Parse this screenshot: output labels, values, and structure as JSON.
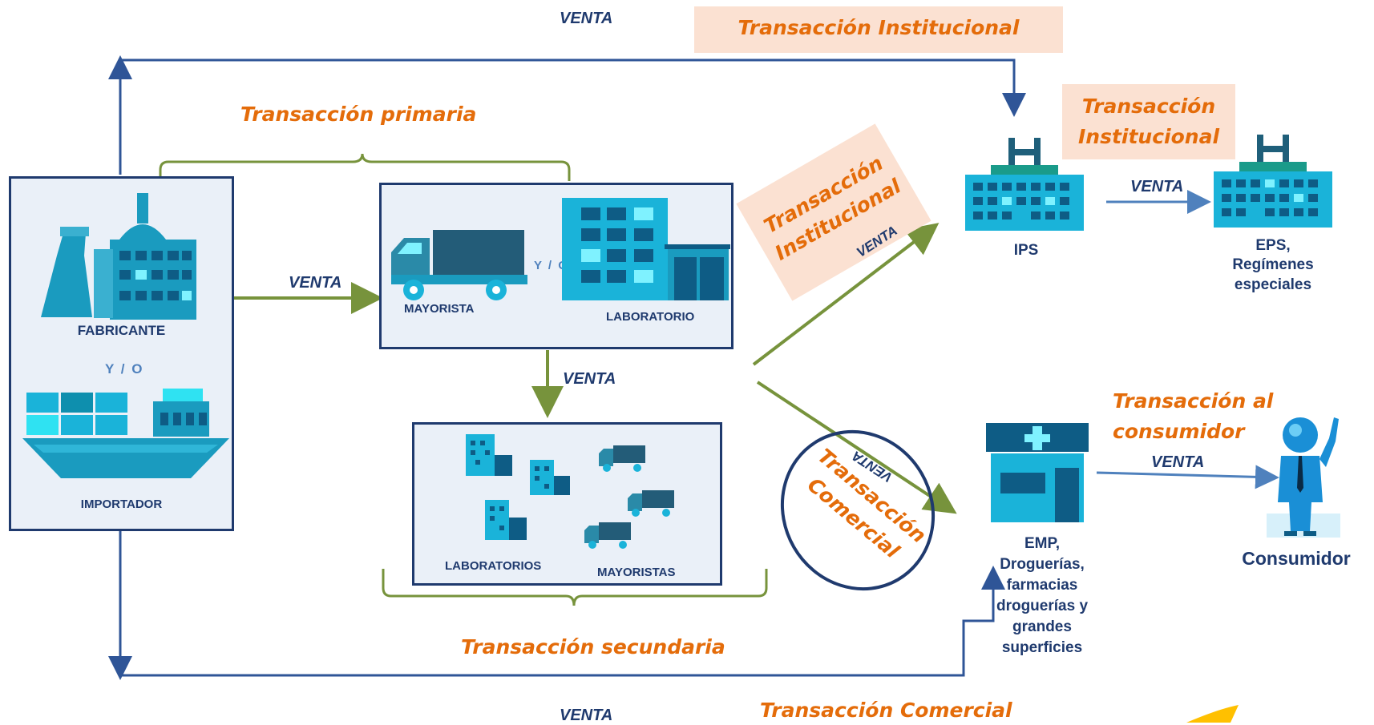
{
  "nodes": {
    "fabricante": "FABRICANTE",
    "y_o_left": "Y / O",
    "importador": "IMPORTADOR",
    "mayorista": "MAYORISTA",
    "y_o_mid": "Y / O",
    "laboratorio": "LABORATORIO",
    "laboratorios": "LABORATORIOS",
    "mayoristas": "MAYORISTAS",
    "ips": "IPS",
    "eps_line1": "EPS,",
    "eps_line2": "Regímenes",
    "eps_line3": "especiales",
    "emp_lines": [
      "EMP,",
      "Droguerías,",
      "farmacias",
      "droguerías y",
      "grandes",
      "superficies"
    ],
    "consumidor": "Consumidor"
  },
  "edge_labels": {
    "venta_top": "VENTA",
    "venta_fab_may": "VENTA",
    "venta_down": "VENTA",
    "venta_to_ips": "VENTA",
    "venta_to_emp": "VENTA",
    "venta_ips_eps": "VENTA",
    "venta_to_consumer": "VENTA",
    "venta_bottom": "VENTA"
  },
  "transactions": {
    "institucional_top": "Transacción Institucional",
    "primaria": "Transacción primaria",
    "institucional_diag_1": "Transacción",
    "institucional_diag_2": "Institucional",
    "institucional_right_1": "Transacción",
    "institucional_right_2": "Institucional",
    "comercial_oval_1": "Transacción",
    "comercial_oval_2": "Comercial",
    "al_consumidor_1": "Transacción al",
    "al_consumidor_2": "consumidor",
    "secundaria": "Transacción secundaria",
    "comercial_bottom": "Transacción Comercial"
  },
  "colors": {
    "navy": "#1f3a6e",
    "green_arrow": "#77933c",
    "blue_arrow": "#4f81bd",
    "orange_text": "#e46c0a",
    "peach_box": "#fbe1d2",
    "cyan_icon": "#1ab3d9"
  }
}
